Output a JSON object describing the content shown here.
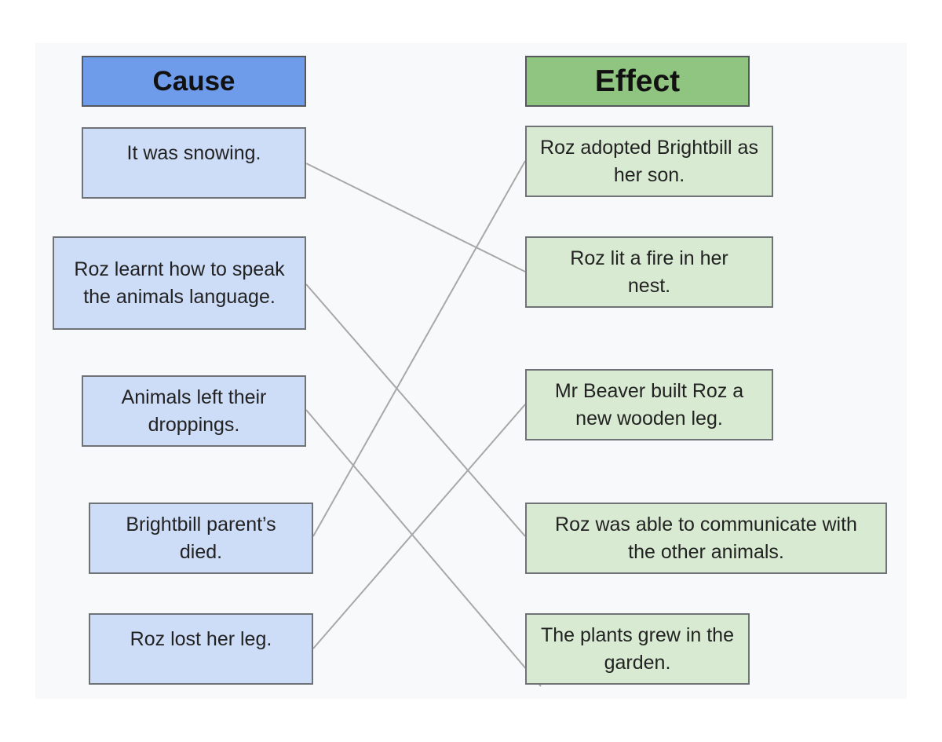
{
  "headers": {
    "cause": "Cause",
    "effect": "Effect"
  },
  "causes": [
    {
      "text": "It was snowing."
    },
    {
      "text": "Roz learnt how to speak the animals language."
    },
    {
      "text": "Animals left their droppings."
    },
    {
      "text": "Brightbill parent’s died."
    },
    {
      "text": "Roz lost her leg."
    }
  ],
  "effects": [
    {
      "text": "Roz adopted Brightbill as her son."
    },
    {
      "text": "Roz lit a fire in her nest."
    },
    {
      "text": "Mr Beaver built Roz a new wooden leg."
    },
    {
      "text": "Roz was able to communicate with the other animals."
    },
    {
      "text": "The plants grew in the garden."
    }
  ],
  "links": [
    {
      "cause": 0,
      "effect": 1
    },
    {
      "cause": 1,
      "effect": 3
    },
    {
      "cause": 2,
      "effect": 4
    },
    {
      "cause": 3,
      "effect": 0
    },
    {
      "cause": 4,
      "effect": 2
    }
  ],
  "colors": {
    "cause_header": "#6e9ceb",
    "effect_header": "#8fc481",
    "cause_box": "#cddcf7",
    "effect_box": "#d9ead3",
    "connector": "#a8a8a8"
  }
}
